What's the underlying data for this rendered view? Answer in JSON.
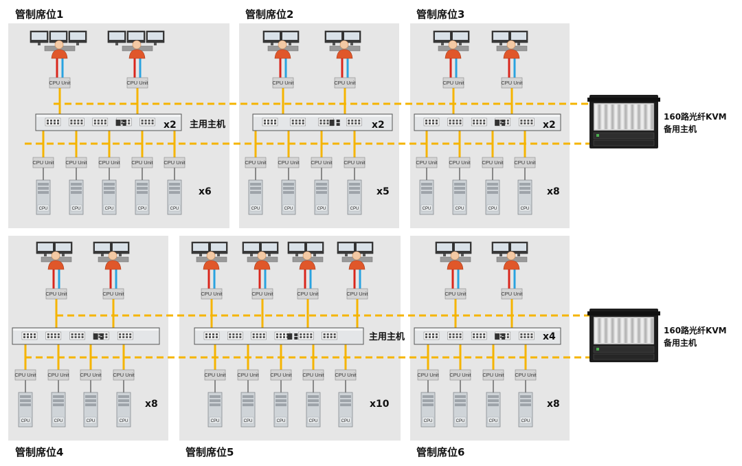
{
  "colors": {
    "panel_bg": "#e6e6e6",
    "fiber_link": "#f5b400",
    "video_cable": "#d9261c",
    "usb_cable": "#29a3e0",
    "chassis": "#1c1c1c"
  },
  "icons": {
    "operator": "operator-with-monitors-icon",
    "cpu_unit": "cpu-unit-extender-icon",
    "server": "server-tower-icon",
    "switch": "kvm-matrix-switch-icon",
    "backup": "kvm-chassis-icon"
  },
  "labels": {
    "cpu_unit": "CPU Unit",
    "cpu": "CPU",
    "main_host": "主用主机",
    "backup_line1": "160路光纤KVM",
    "backup_line2": "备用主机"
  },
  "seats": [
    {
      "title": "管制席位1",
      "operators": 2,
      "servers": 5,
      "switch_multiplier": "x2",
      "server_multiplier": "x6"
    },
    {
      "title": "管制席位2",
      "operators": 2,
      "servers": 4,
      "switch_multiplier": "x2",
      "server_multiplier": "x5"
    },
    {
      "title": "管制席位3",
      "operators": 2,
      "servers": 4,
      "switch_multiplier": "x2",
      "server_multiplier": "x8"
    },
    {
      "title": "管制席位4",
      "operators": 2,
      "servers": 4,
      "switch_multiplier": "",
      "server_multiplier": "x8"
    },
    {
      "title": "管制席位5",
      "operators": 4,
      "servers": 5,
      "switch_multiplier": "",
      "server_multiplier": "x10"
    },
    {
      "title": "管制席位6",
      "operators": 2,
      "servers": 4,
      "switch_multiplier": "x4",
      "server_multiplier": "x8"
    }
  ]
}
